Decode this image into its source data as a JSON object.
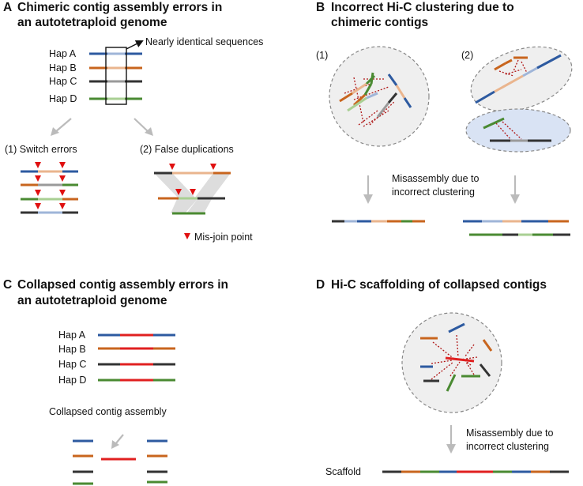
{
  "colors": {
    "hapA": "#2d5aa0",
    "hapA_light": "#9fb5d8",
    "hapB": "#c8651e",
    "hapB_light": "#eab58e",
    "hapC": "#333333",
    "hapC_light": "#9a9a9a",
    "hapD": "#4a8a32",
    "hapD_light": "#a9cf93",
    "collapsed": "#e02020",
    "misjoin": "#e01010",
    "hic_link": "#b01818",
    "arrow": "#bbbbbb",
    "cluster_fill": "#efefef",
    "cluster_fill_blue": "#d9e3f4"
  },
  "panelA": {
    "letter": "A",
    "title_line1": "Chimeric contig assembly errors in",
    "title_line2": "an autotetraploid genome",
    "haps": [
      "Hap A",
      "Hap B",
      "Hap C",
      "Hap D"
    ],
    "callout": "Nearly identical sequences",
    "switch_label": "(1) Switch errors",
    "dup_label": "(2) False duplications",
    "legend": "Mis-join point"
  },
  "panelB": {
    "letter": "B",
    "title_line1": "Incorrect Hi-C clustering due to",
    "title_line2": "chimeric contigs",
    "label1": "(1)",
    "label2": "(2)",
    "mis_line1": "Misassembly due to",
    "mis_line2": "incorrect clustering"
  },
  "panelC": {
    "letter": "C",
    "title_line1": "Collapsed contig assembly errors in",
    "title_line2": "an autotetraploid genome",
    "haps": [
      "Hap A",
      "Hap B",
      "Hap C",
      "Hap D"
    ],
    "collapsed_label": "Collapsed contig assembly"
  },
  "panelD": {
    "letter": "D",
    "title": "Hi-C scaffolding of collapsed contigs",
    "mis_line1": "Misassembly due to",
    "mis_line2": "incorrect clustering",
    "scaffold_label": "Scaffold"
  }
}
